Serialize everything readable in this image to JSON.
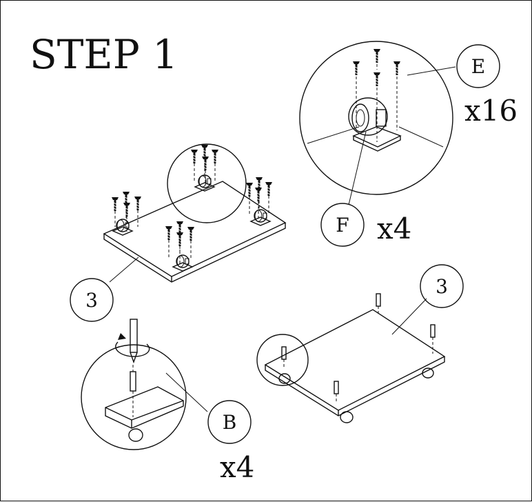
{
  "title": "STEP 1",
  "callouts": {
    "E": {
      "letter": "E",
      "qty": "x16"
    },
    "F": {
      "letter": "F",
      "qty": "x4"
    },
    "B": {
      "letter": "B",
      "qty": "x4"
    },
    "part3_top": {
      "letter": "3"
    },
    "part3_right": {
      "letter": "3"
    }
  }
}
